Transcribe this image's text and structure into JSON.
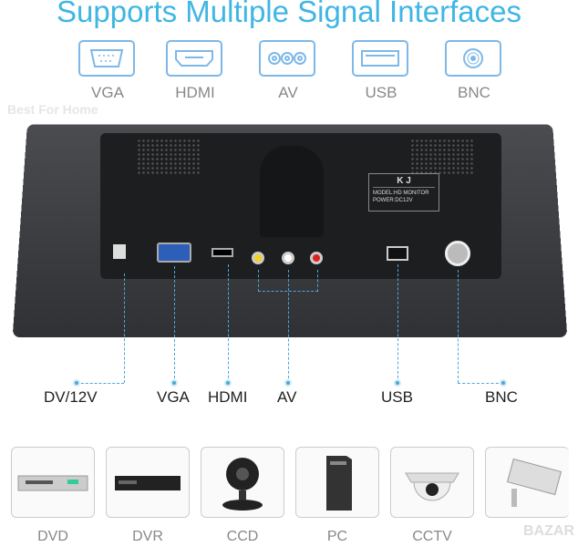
{
  "title": "Supports Multiple Signal Interfaces",
  "watermark": "Best For Home",
  "interfaces": [
    {
      "label": "VGA",
      "icon": "vga-port-icon"
    },
    {
      "label": "HDMI",
      "icon": "hdmi-port-icon"
    },
    {
      "label": "AV",
      "icon": "av-port-icon"
    },
    {
      "label": "USB",
      "icon": "usb-port-icon"
    },
    {
      "label": "BNC",
      "icon": "bnc-port-icon"
    }
  ],
  "monitor_label": {
    "brand": "K J",
    "model": "MODEL:HD MONITOR",
    "power": "POWER:DC12V"
  },
  "port_labels": [
    "DV/12V",
    "VGA",
    "HDMI",
    "AV",
    "USB",
    "BNC"
  ],
  "devices": [
    {
      "label": "DVD"
    },
    {
      "label": "DVR"
    },
    {
      "label": "CCD"
    },
    {
      "label": "PC"
    },
    {
      "label": "CCTV"
    }
  ],
  "corner_logo": "BAZAR",
  "colors": {
    "accent": "#3fb6e3",
    "line": "#4aa8d8"
  }
}
